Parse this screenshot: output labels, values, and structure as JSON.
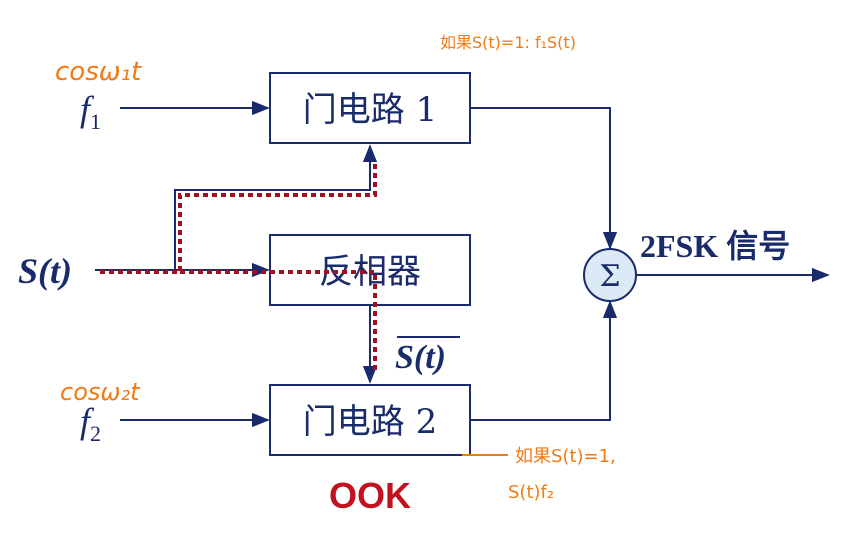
{
  "diagram": {
    "blocks": [
      {
        "id": "gate1",
        "label": "门电路 1"
      },
      {
        "id": "inverter",
        "label": "反相器"
      },
      {
        "id": "gate2",
        "label": "门电路 2"
      }
    ],
    "inputs": {
      "f1": {
        "base": "f",
        "sub": "1"
      },
      "f2": {
        "base": "f",
        "sub": "2"
      },
      "s": "S(t)",
      "s_bar": "S(t)"
    },
    "summer_symbol": "Σ",
    "output_label": "2FSK 信号",
    "ook_label": "OOK",
    "colors": {
      "line": "#1a2b6b",
      "box_fill": "#ffffff",
      "summer_fill": "#dce9f7",
      "dotted": "#a01020",
      "handwriting": "#f07a14",
      "ook": "#c1121f"
    },
    "annotations": {
      "cos1": "cosω₁t",
      "cos2": "cosω₂t",
      "note_top": "如果S(t)=1: f₁S(t)",
      "note_bottom": "如果S(t)=1,",
      "note_bottom2": "S(t)f₂"
    }
  }
}
